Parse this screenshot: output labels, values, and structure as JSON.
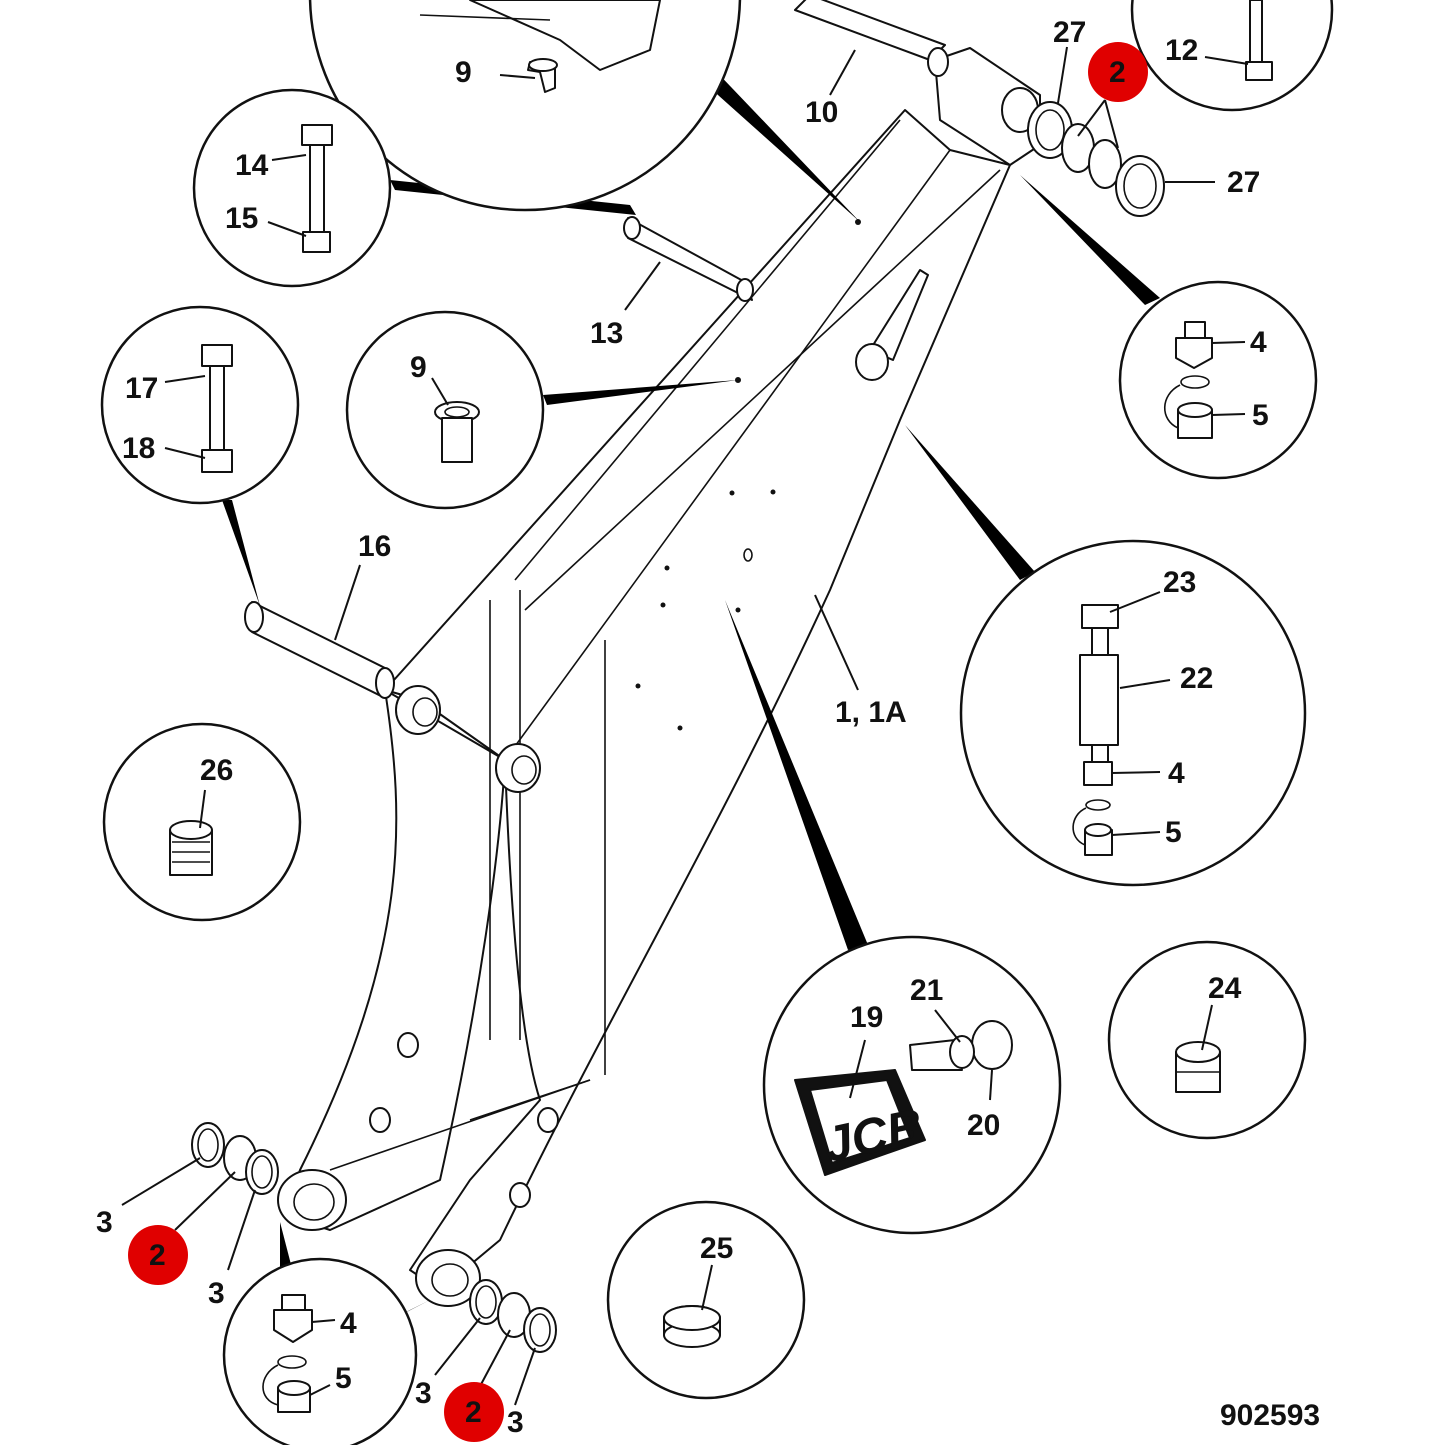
{
  "figure_id": "902593",
  "colors": {
    "line": "#111111",
    "highlight": "#e00000",
    "fill": "#ffffff"
  },
  "labels": {
    "l9a": "9",
    "l10": "10",
    "l27a": "27",
    "l2a": "2",
    "l12": "12",
    "l27b": "27",
    "l14": "14",
    "l15": "15",
    "l13": "13",
    "l4a": "4",
    "l5a": "5",
    "l17": "17",
    "l18": "18",
    "l9b": "9",
    "l16": "16",
    "l1": "1, 1A",
    "l23": "23",
    "l22": "22",
    "l4b": "4",
    "l5b": "5",
    "l26": "26",
    "l19": "19",
    "l21": "21",
    "l20": "20",
    "l24": "24",
    "l25": "25",
    "l3a": "3",
    "l2b": "2",
    "l3b": "3",
    "l4c": "4",
    "l5c": "5",
    "l3c": "3",
    "l2c": "2",
    "l3d": "3"
  },
  "logo": {
    "text": "JCB"
  }
}
